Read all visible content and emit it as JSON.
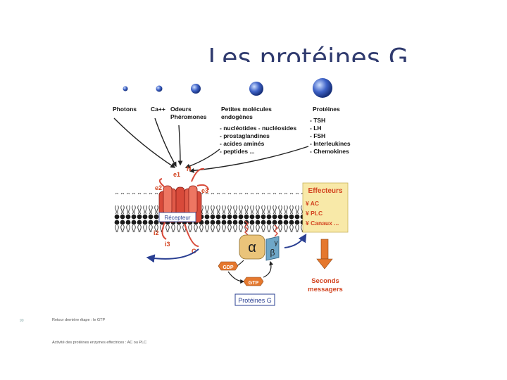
{
  "slide": {
    "title": "Les protéines G",
    "notes": [
      {
        "bullet": "90",
        "text": "Retour dernière étape : le GTP"
      },
      {
        "bullet": "",
        "text": "Activité des protéines enzymes effectrices : AC ou PLC"
      }
    ]
  },
  "diagram": {
    "ligands": {
      "photons": "Photons",
      "calcium": "Ca++",
      "odeurs": "Odeurs",
      "pheromones": "Phéromones",
      "petites_1": "Petites molécules",
      "petites_2": "endogènes",
      "petites_items": [
        "- nucléotides - nucléosides",
        "- prostaglandines",
        "- acides aminés",
        "- peptides ..."
      ],
      "proteines_title": "Protéines",
      "proteines_items": [
        "- TSH",
        "- LH",
        "- FSH",
        "- Interleukines",
        "- Chemokines"
      ]
    },
    "receptor": {
      "e1": "e1",
      "e2": "e2",
      "e3": "e3",
      "N": "N",
      "i2": "i2",
      "i3": "i3",
      "C": "C",
      "label": "Récepteur"
    },
    "effecteurs": {
      "title": "Effecteurs",
      "items": [
        "¥ AC",
        "¥ PLC",
        "¥ Canaux ..."
      ]
    },
    "gprotein": {
      "alpha": "α",
      "beta": "β",
      "gamma": "γ",
      "gdp": "GDP",
      "gtp": "GTP",
      "box_label": "Protéines G"
    },
    "seconds": [
      "Seconds",
      "messagers"
    ],
    "colors": {
      "title": "#2f3a6e",
      "receptor": "#d84a3a",
      "effecteur_bg": "#f8e9a8",
      "effecteur_text": "#d2431f",
      "ligand": "#1f3f9c",
      "alpha": "#eac47a",
      "beta": "#6fa7c8",
      "orange": "#e5782e",
      "arrow": "#2a3f92"
    }
  }
}
